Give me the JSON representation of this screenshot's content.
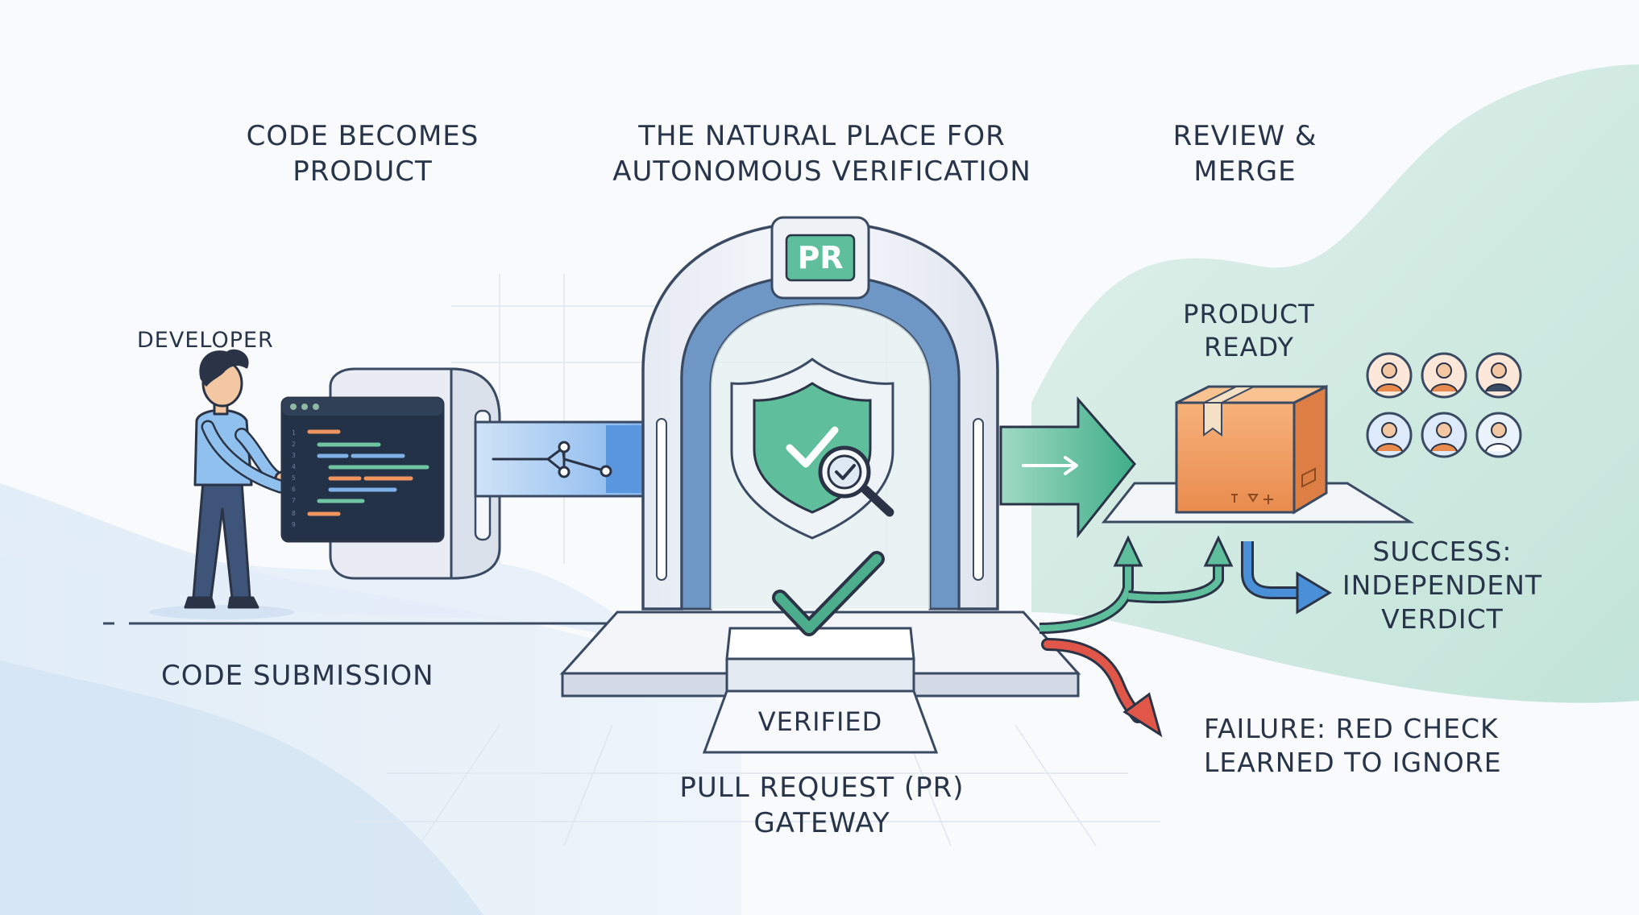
{
  "labels": {
    "code_becomes_product": [
      "CODE BECOMES",
      "PRODUCT"
    ],
    "natural_place": [
      "THE NATURAL PLACE FOR",
      "AUTONOMOUS VERIFICATION"
    ],
    "review_merge": [
      "REVIEW &",
      "MERGE"
    ],
    "developer": "DEVELOPER",
    "code_submission": "CODE SUBMISSION",
    "product_ready": [
      "PRODUCT",
      "READY"
    ],
    "pr_badge": "PR",
    "verified": "VERIFIED",
    "pr_gateway": [
      "PULL REQUEST (PR)",
      "GATEWAY"
    ],
    "success": [
      "SUCCESS:",
      "INDEPENDENT",
      "VERDICT"
    ],
    "failure_key": "FAILURE:",
    "failure_rest": [
      "RED CHECK",
      "LEARNED TO IGNORE"
    ]
  },
  "colors": {
    "text": "#27344a",
    "accent_green": "#4cae8c",
    "accent_blue": "#4a90d9",
    "accent_red": "#e0574a",
    "box_orange": "#f0a05c",
    "outline": "#3a4a63",
    "arch_fill": "#eef1f6"
  },
  "icons": [
    "developer-person-icon",
    "code-screen-icon",
    "shield-check-icon",
    "magnifier-check-icon",
    "checkmark-icon",
    "package-box-icon",
    "reviewer-avatar-icon",
    "arrow-icon"
  ]
}
